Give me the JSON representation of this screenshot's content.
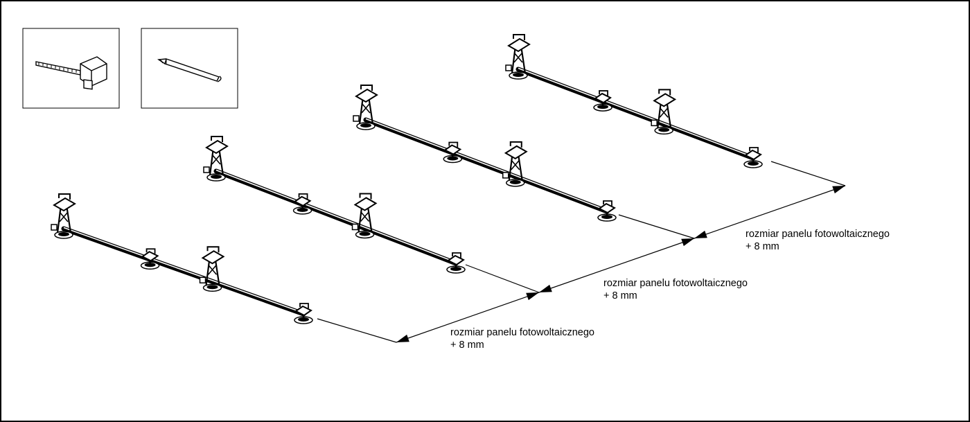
{
  "tools": [
    {
      "icon": "tape-measure-icon"
    },
    {
      "icon": "pencil-icon"
    }
  ],
  "rails": [
    {
      "name": "rail-1"
    },
    {
      "name": "rail-2"
    },
    {
      "name": "rail-3"
    },
    {
      "name": "rail-4"
    }
  ],
  "dimensions": [
    {
      "label_line1": "rozmiar panelu fotowoltaicznego",
      "label_line2": "+ 8 mm"
    },
    {
      "label_line1": "rozmiar panelu fotowoltaicznego",
      "label_line2": "+ 8 mm"
    },
    {
      "label_line1": "rozmiar panelu fotowoltaicznego",
      "label_line2": "+ 8 mm"
    }
  ],
  "colors": {
    "line": "#000000",
    "background": "#ffffff"
  }
}
